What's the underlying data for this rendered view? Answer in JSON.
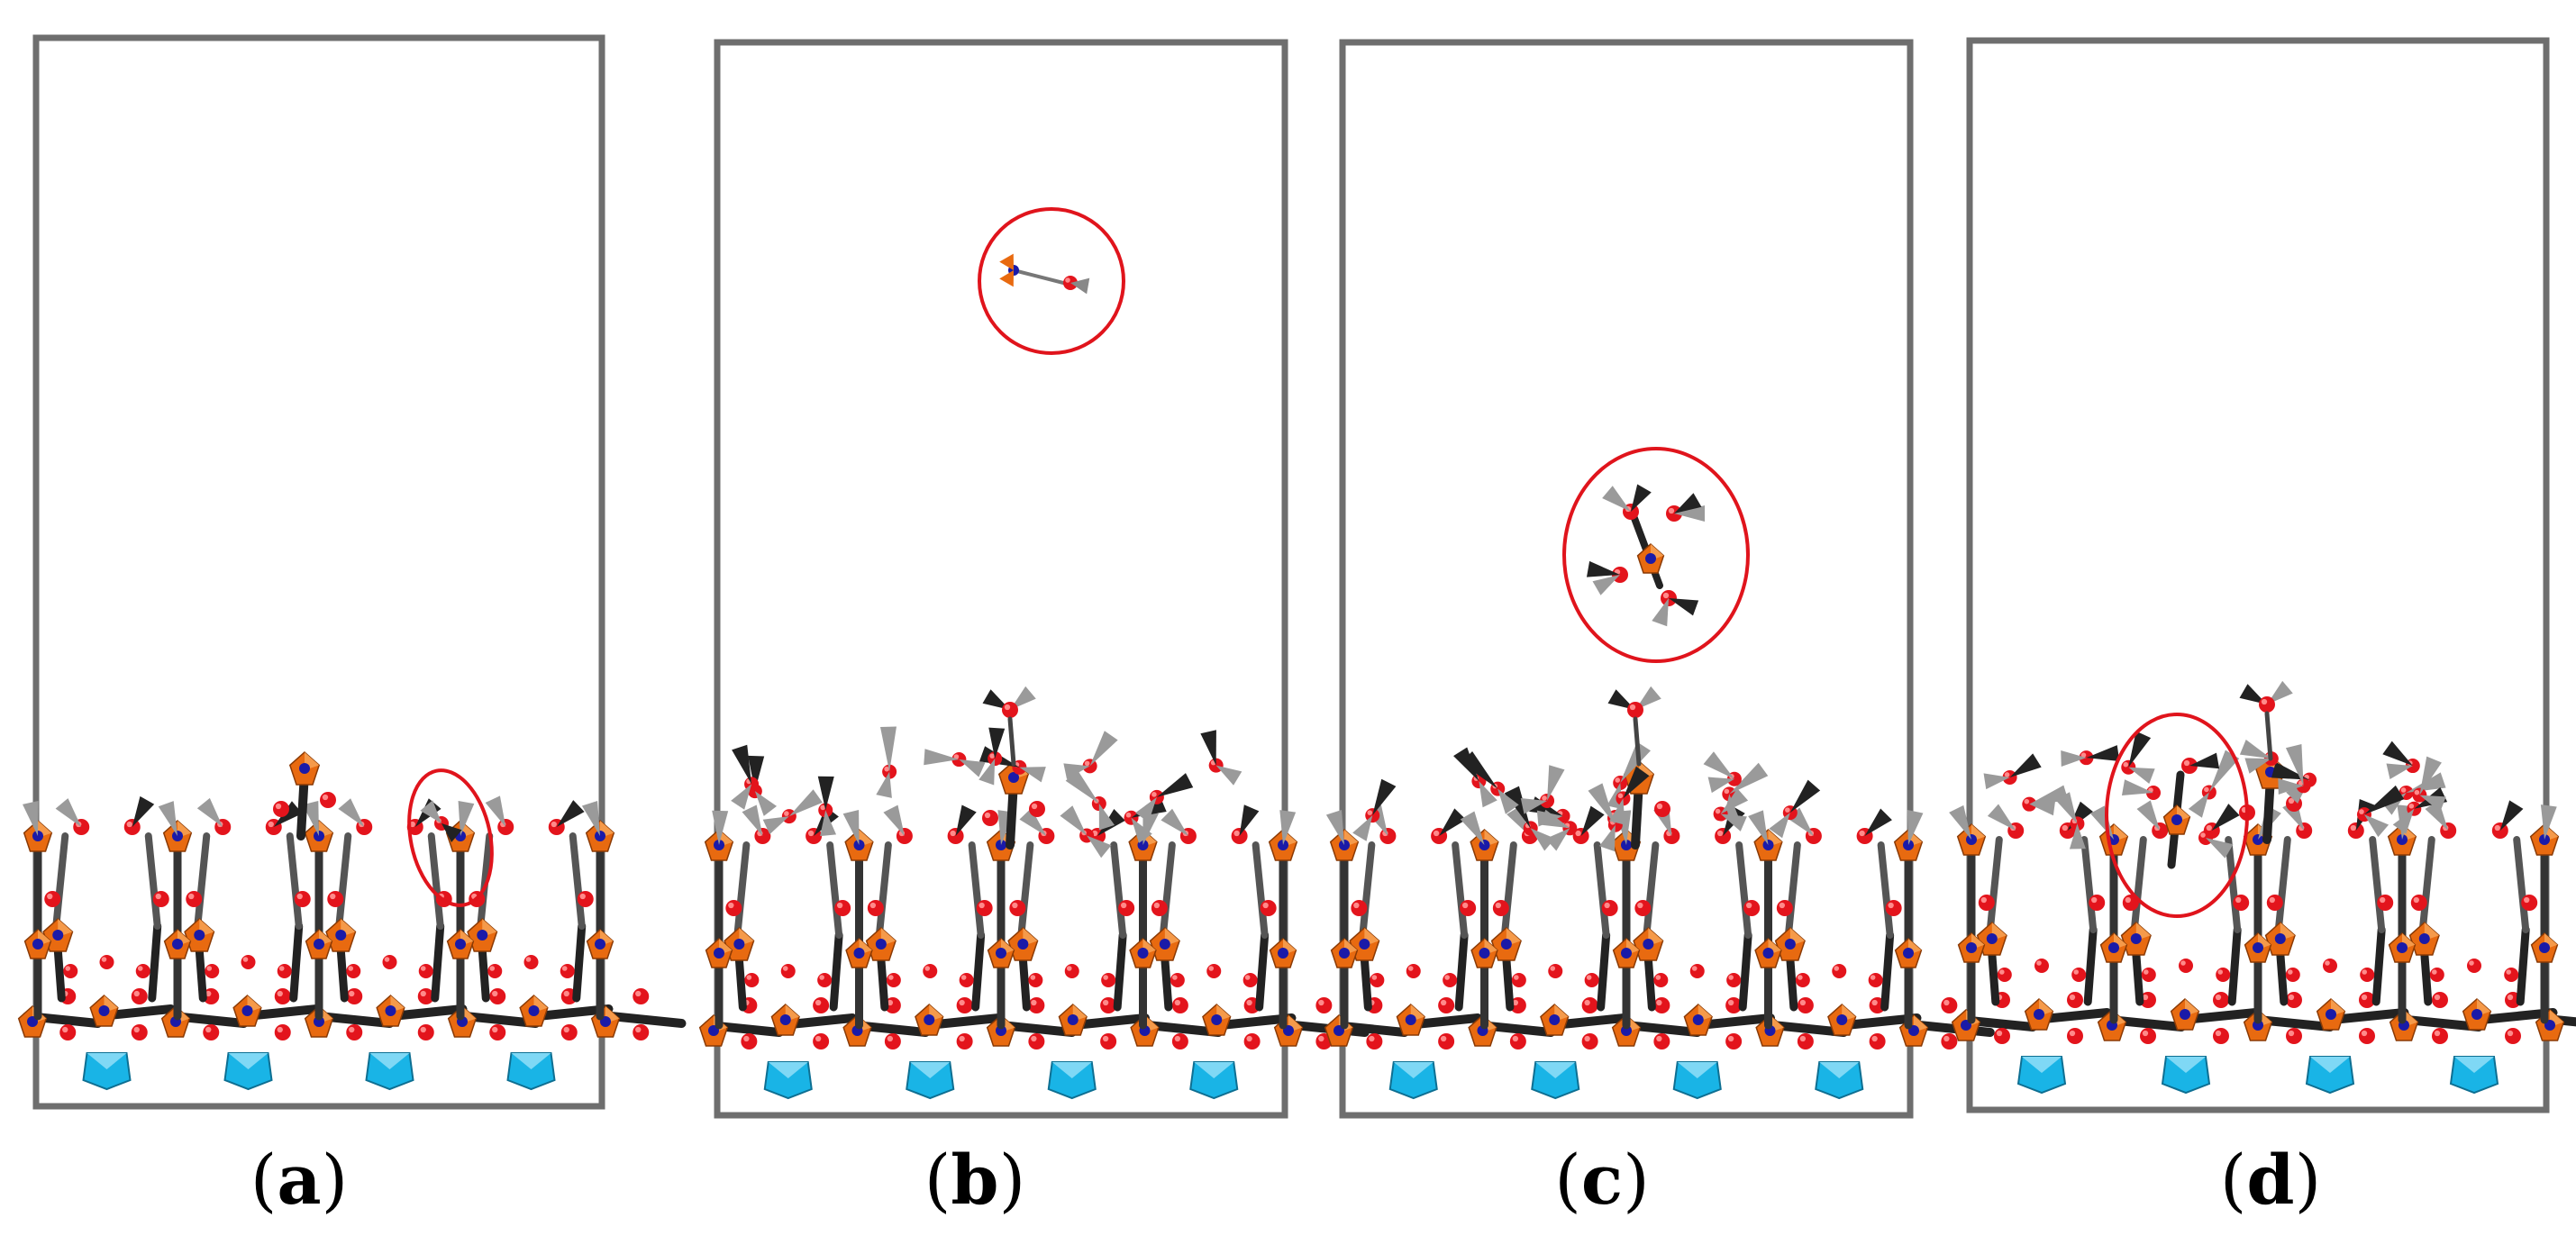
{
  "panels": [
    {
      "id": "a",
      "label_open": "(",
      "label_letter": "a",
      "label_close": ")"
    },
    {
      "id": "b",
      "label_open": "(",
      "label_letter": "b",
      "label_close": ")"
    },
    {
      "id": "c",
      "label_open": "(",
      "label_letter": "c",
      "label_close": ")"
    },
    {
      "id": "d",
      "label_open": "(",
      "label_letter": "d",
      "label_close": ")"
    }
  ],
  "colors": {
    "frame": "#6e6e6e",
    "highlight_ellipse": "#e0141c",
    "oxygen": "#e3141c",
    "metal": "#1a1aa8",
    "octahedra": "#e86a10",
    "dark_bond": "#222222",
    "grey_bond": "#9a9a9a",
    "substrate": "#19b4e6"
  },
  "icons": {
    "atom": "red-sphere",
    "polyhedron": "orange-octahedron",
    "substrate": "cyan-tetrahedron"
  }
}
